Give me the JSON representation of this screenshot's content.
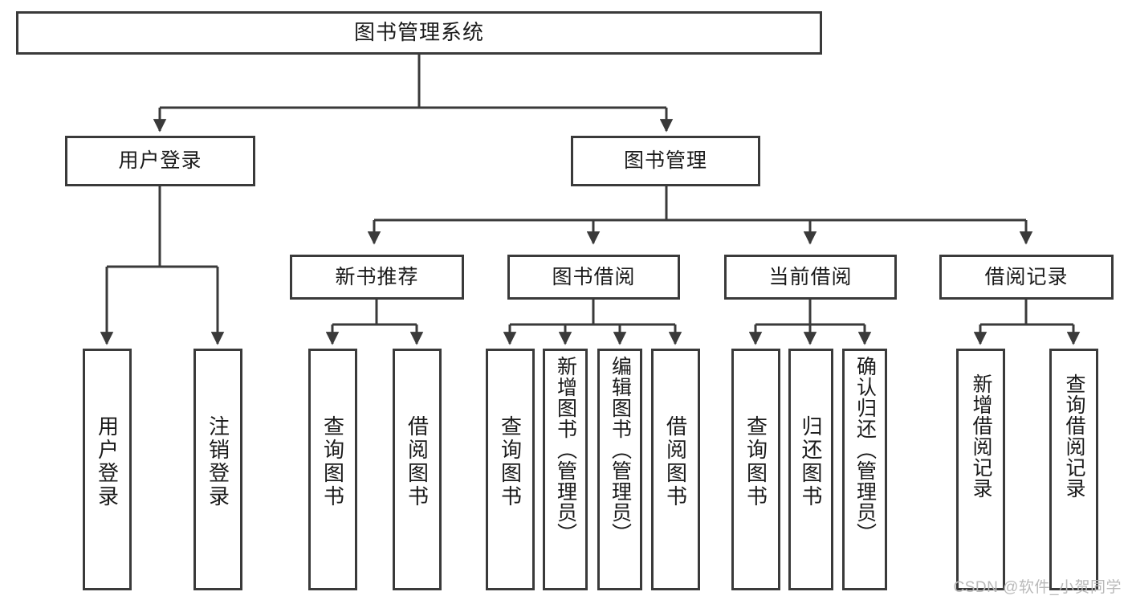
{
  "diagram": {
    "type": "tree-hierarchy",
    "title": "图书管理系统",
    "root": {
      "label": "图书管理系统"
    },
    "level1": [
      {
        "label": "用户登录"
      },
      {
        "label": "图书管理"
      }
    ],
    "level2": [
      {
        "label": "新书推荐",
        "parent": "图书管理"
      },
      {
        "label": "图书借阅",
        "parent": "图书管理"
      },
      {
        "label": "当前借阅",
        "parent": "图书管理"
      },
      {
        "label": "借阅记录",
        "parent": "图书管理"
      }
    ],
    "leaves": [
      {
        "label": "用户登录",
        "parent": "用户登录"
      },
      {
        "label": "注销登录",
        "parent": "用户登录"
      },
      {
        "label": "查询图书",
        "parent": "新书推荐"
      },
      {
        "label": "借阅图书",
        "parent": "新书推荐"
      },
      {
        "label": "查询图书",
        "parent": "图书借阅"
      },
      {
        "label": "新增图书（管理员）",
        "parent": "图书借阅"
      },
      {
        "label": "编辑图书（管理员）",
        "parent": "图书借阅"
      },
      {
        "label": "借阅图书",
        "parent": "图书借阅"
      },
      {
        "label": "查询图书",
        "parent": "当前借阅"
      },
      {
        "label": "归还图书",
        "parent": "当前借阅"
      },
      {
        "label": "确认归还（管理员）",
        "parent": "当前借阅"
      },
      {
        "label": "新增借阅记录",
        "parent": "借阅记录"
      },
      {
        "label": "查询借阅记录",
        "parent": "借阅记录"
      }
    ]
  },
  "watermark": {
    "text": "CSDN @软件_小贺同学"
  },
  "colors": {
    "border": "#3a3a3a",
    "background": "#ffffff",
    "text": "#1a1a1a",
    "watermark": "#b9b9b9"
  }
}
